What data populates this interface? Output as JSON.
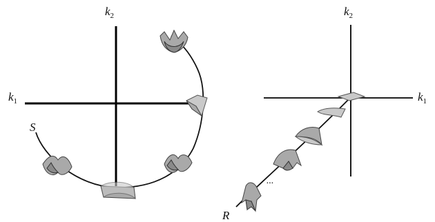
{
  "left_panel": {
    "axis_vertical_label": "k",
    "axis_vertical_subscript": "2",
    "axis_horizontal_label": "k",
    "axis_horizontal_subscript": "1",
    "curve_label": "S"
  },
  "right_panel": {
    "axis_vertical_label": "k",
    "axis_vertical_subscript": "2",
    "axis_horizontal_label": "k",
    "axis_horizontal_subscript": "1",
    "curve_label": "R",
    "ellipsis": "..."
  },
  "colors": {
    "axis": "#000000",
    "patch": "#a9a9a9"
  }
}
